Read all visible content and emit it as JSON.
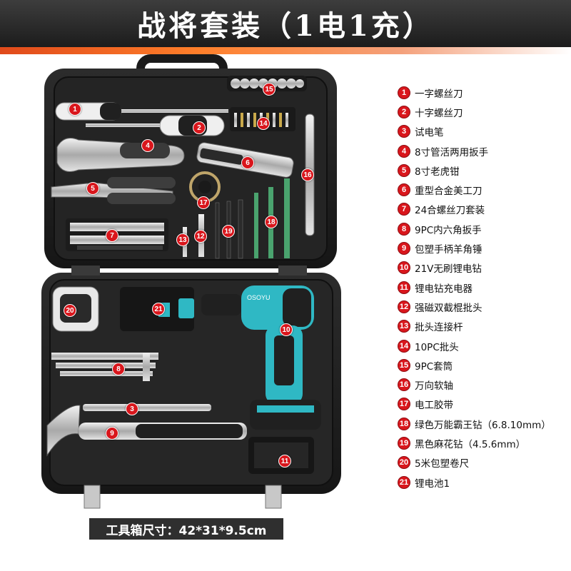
{
  "header": {
    "title": "战将套装（1电1充）"
  },
  "legend": [
    {
      "num": "1",
      "label": "一字螺丝刀"
    },
    {
      "num": "2",
      "label": "十字螺丝刀"
    },
    {
      "num": "3",
      "label": "试电笔"
    },
    {
      "num": "4",
      "label": "8寸管活两用扳手"
    },
    {
      "num": "5",
      "label": "8寸老虎钳"
    },
    {
      "num": "6",
      "label": "重型合金美工刀"
    },
    {
      "num": "7",
      "label": "24合螺丝刀套装"
    },
    {
      "num": "8",
      "label": "9PC内六角扳手"
    },
    {
      "num": "9",
      "label": "包塑手柄羊角锤"
    },
    {
      "num": "10",
      "label": "21V无刷锂电钻"
    },
    {
      "num": "11",
      "label": "锂电钻充电器"
    },
    {
      "num": "12",
      "label": "强磁双截棍批头"
    },
    {
      "num": "13",
      "label": "批头连接杆"
    },
    {
      "num": "14",
      "label": "10PC批头"
    },
    {
      "num": "15",
      "label": "9PC套筒"
    },
    {
      "num": "16",
      "label": "万向软轴"
    },
    {
      "num": "17",
      "label": "电工胶带"
    },
    {
      "num": "18",
      "label": "绿色万能霸王钻（6.8.10mm）"
    },
    {
      "num": "19",
      "label": "黑色麻花钻（4.5.6mm）"
    },
    {
      "num": "20",
      "label": "5米包塑卷尺"
    },
    {
      "num": "21",
      "label": "锂电池1"
    }
  ],
  "markers": [
    "1",
    "2",
    "3",
    "4",
    "5",
    "6",
    "7",
    "8",
    "9",
    "10",
    "11",
    "12",
    "13",
    "14",
    "15",
    "16",
    "17",
    "18",
    "19",
    "20",
    "21"
  ],
  "drill_brand": "OSOYU",
  "footer": {
    "case_size": "工具箱尺寸：42*31*9.5cm"
  },
  "colors": {
    "marker_red": "#d9161c",
    "case_black": "#1e1e1e",
    "drill_teal": "#2fb8c4",
    "drill_black": "#202020"
  }
}
